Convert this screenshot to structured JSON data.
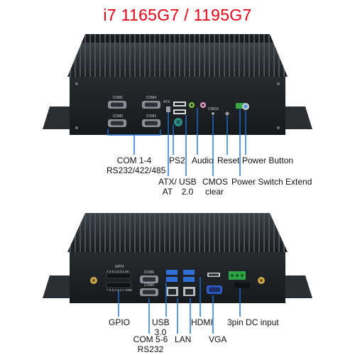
{
  "title": "i7 1165G7 / 1195G7",
  "colors": {
    "title": "#e60012",
    "leader": "#1f6fd1",
    "chassis": "#1b1f23"
  },
  "top_panel": {
    "port_labels": {
      "com_main": "COM1",
      "com_main_2": "COM2",
      "com_main_3": "COM3",
      "com_main_4": "COM4",
      "atx": "ATX",
      "cmos": "CMOS"
    },
    "callouts": {
      "com_line1": "COM 1-4",
      "com_line2": "RS232/422/485",
      "ps2": "PS2",
      "audio": "Audio",
      "reset": "Reset",
      "power_button": "Power Button",
      "atx_line1": "ATX/",
      "atx_line2": "AT",
      "usb_line1": "USB",
      "usb_line2": "2.0",
      "cmos_line1": "CMOS",
      "cmos_line2": "clear",
      "power_switch_extend": "Power Switch Extend"
    }
  },
  "bottom_panel": {
    "port_labels": {
      "gpio": "GPIO",
      "gpio_pins_top": "7 6 5 4 3 2 1 5V",
      "gpio_pins_bottom": "7 6 5 4 3 2 1 GND",
      "com6": "COM6",
      "com5": "COM5"
    },
    "callouts": {
      "gpio": "GPIO",
      "usb_line1": "USB",
      "usb_line2": "3.0",
      "hdmi": "HDMI",
      "vga": "VGA",
      "dc_input": "3pin DC input",
      "com_line1": "COM 5-6",
      "com_line2": "RS232",
      "lan": "LAN"
    }
  }
}
